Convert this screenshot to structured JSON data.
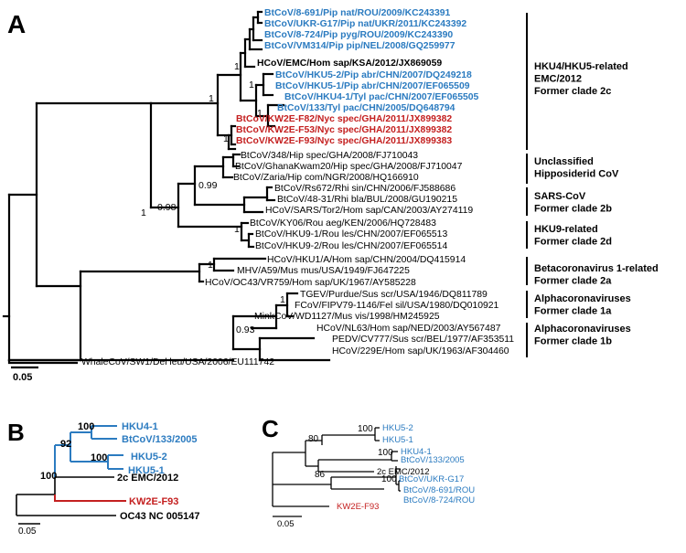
{
  "panels": {
    "A": {
      "letter": "A",
      "scale_label": "0.05",
      "support_values": [
        "1",
        "1",
        "1",
        "1",
        "1",
        "0.99",
        "0.98",
        "1",
        "1",
        "1",
        "1",
        "0.93"
      ],
      "taxa": [
        {
          "label": "BtCoV/8-691/Pip nat/ROU/2009/KC243391",
          "color": "#2b7bc0",
          "bold": true
        },
        {
          "label": "BtCoV/UKR-G17/Pip nat/UKR/2011/KC243392",
          "color": "#2b7bc0",
          "bold": true
        },
        {
          "label": "BtCoV/8-724/Pip pyg/ROU/2009/KC243390",
          "color": "#2b7bc0",
          "bold": true
        },
        {
          "label": "BtCoV/VM314/Pip pip/NEL/2008/GQ259977",
          "color": "#2b7bc0",
          "bold": true
        },
        {
          "label": "HCoV/EMC/Hom sap/KSA/2012/JX869059",
          "color": "#000000",
          "bold": true
        },
        {
          "label": "BtCoV/HKU5-2/Pip abr/CHN/2007/DQ249218",
          "color": "#2b7bc0",
          "bold": true
        },
        {
          "label": "BtCoV/HKU5-1/Pip abr/CHN/2007/EF065509",
          "color": "#2b7bc0",
          "bold": true
        },
        {
          "label": "BtCoV/HKU4-1/Tyl pac/CHN/2007/EF065505",
          "color": "#2b7bc0",
          "bold": true
        },
        {
          "label": "BtCoV/133/Tyl pac/CHN/2005/DQ648794",
          "color": "#2b7bc0",
          "bold": true
        },
        {
          "label": "BtCoV/KW2E-F82/Nyc spec/GHA/2011/JX899382",
          "color": "#c42020",
          "bold": true
        },
        {
          "label": "BtCoV/KW2E-F53/Nyc spec/GHA/2011/JX899382",
          "color": "#c42020",
          "bold": true
        },
        {
          "label": "BtCoV/KW2E-F93/Nyc spec/GHA/2011/JX899383",
          "color": "#c42020",
          "bold": true
        },
        {
          "label": "BtCoV/348/Hip spec/GHA/2008/FJ710043",
          "color": "#000000",
          "bold": false
        },
        {
          "label": "BtCoV/GhanaKwam20/Hip spec/GHA/2008/FJ710047",
          "color": "#000000",
          "bold": false
        },
        {
          "label": "BtCoV/Zaria/Hip com/NGR/2008/HQ166910",
          "color": "#000000",
          "bold": false
        },
        {
          "label": "BtCoV/Rs672/Rhi sin/CHN/2006/FJ588686",
          "color": "#000000",
          "bold": false
        },
        {
          "label": "BtCoV/48-31/Rhi bla/BUL/2008/GU190215",
          "color": "#000000",
          "bold": false
        },
        {
          "label": "HCoV/SARS/Tor2/Hom sap/CAN/2003/AY274119",
          "color": "#000000",
          "bold": false
        },
        {
          "label": "BtCoV/KY06/Rou aeg/KEN/2006/HQ728483",
          "color": "#000000",
          "bold": false
        },
        {
          "label": "BtCoV/HKU9-1/Rou les/CHN/2007/EF065513",
          "color": "#000000",
          "bold": false
        },
        {
          "label": "BtCoV/HKU9-2/Rou les/CHN/2007/EF065514",
          "color": "#000000",
          "bold": false
        },
        {
          "label": "HCoV/HKU1/A/Hom sap/CHN/2004/DQ415914",
          "color": "#000000",
          "bold": false
        },
        {
          "label": "MHV/A59/Mus mus/USA/1949/FJ647225",
          "color": "#000000",
          "bold": false
        },
        {
          "label": "HCoV/OC43/VR759/Hom sap/UK/1967/AY585228",
          "color": "#000000",
          "bold": false
        },
        {
          "label": "TGEV/Purdue/Sus scr/USA/1946/DQ811789",
          "color": "#000000",
          "bold": false
        },
        {
          "label": "FCoV/FIPV79-1146/Fel sil/USA/1980/DQ010921",
          "color": "#000000",
          "bold": false
        },
        {
          "label": "MinkCoV/WD1127/Mus vis/1998/HM245925",
          "color": "#000000",
          "bold": false
        },
        {
          "label": "HCoV/NL63/Hom sap/NED/2003/AY567487",
          "color": "#000000",
          "bold": false
        },
        {
          "label": "PEDV/CV777/Sus scr/BEL/1977/AF353511",
          "color": "#000000",
          "bold": false
        },
        {
          "label": "HCoV/229E/Hom sap/UK/1963/AF304460",
          "color": "#000000",
          "bold": false
        },
        {
          "label": "WhaleCoV/SW1/Del leu/USA/2006/EU111742",
          "color": "#000000",
          "bold": false
        }
      ],
      "clades": [
        {
          "lines": [
            "HKU4/HKU5-related",
            "EMC/2012",
            "Former clade 2c"
          ]
        },
        {
          "lines": [
            "Unclassified",
            "Hipposiderid CoV"
          ]
        },
        {
          "lines": [
            "SARS-CoV",
            "Former clade 2b"
          ]
        },
        {
          "lines": [
            "HKU9-related",
            "Former clade 2d"
          ]
        },
        {
          "lines": [
            "Betacoronavirus 1-related",
            "Former clade 2a"
          ]
        },
        {
          "lines": [
            "Alphacoronaviruses",
            "Former clade 1a"
          ]
        },
        {
          "lines": [
            "Alphacoronaviruses",
            "Former clade 1b"
          ]
        }
      ]
    },
    "B": {
      "letter": "B",
      "scale_label": "0.05",
      "support_values": [
        "100",
        "92",
        "100",
        "100"
      ],
      "taxa": [
        {
          "label": "HKU4-1",
          "color": "#2b7bc0"
        },
        {
          "label": "BtCoV/133/2005",
          "color": "#2b7bc0"
        },
        {
          "label": "HKU5-2",
          "color": "#2b7bc0"
        },
        {
          "label": "HKU5-1",
          "color": "#2b7bc0"
        },
        {
          "label": "2c EMC/2012",
          "color": "#000000"
        },
        {
          "label": "KW2E-F93",
          "color": "#c42020"
        },
        {
          "label": "OC43 NC 005147",
          "color": "#000000"
        }
      ]
    },
    "C": {
      "letter": "C",
      "scale_label": "0.05",
      "support_values": [
        "100",
        "80",
        "100",
        "86",
        "100"
      ],
      "taxa": [
        {
          "label": "HKU5-2",
          "color": "#2b7bc0"
        },
        {
          "label": "HKU5-1",
          "color": "#2b7bc0"
        },
        {
          "label": "HKU4-1",
          "color": "#2b7bc0"
        },
        {
          "label": "BtCoV/133/2005",
          "color": "#2b7bc0"
        },
        {
          "label": "2c EMC/2012",
          "color": "#000000"
        },
        {
          "label": "BtCoV/UKR-G17",
          "color": "#2b7bc0"
        },
        {
          "label": "BtCoV/8-691/ROU",
          "color": "#2b7bc0"
        },
        {
          "label": "BtCoV/8-724/ROU",
          "color": "#2b7bc0"
        },
        {
          "label": "KW2E-F93",
          "color": "#c42020"
        }
      ]
    }
  }
}
